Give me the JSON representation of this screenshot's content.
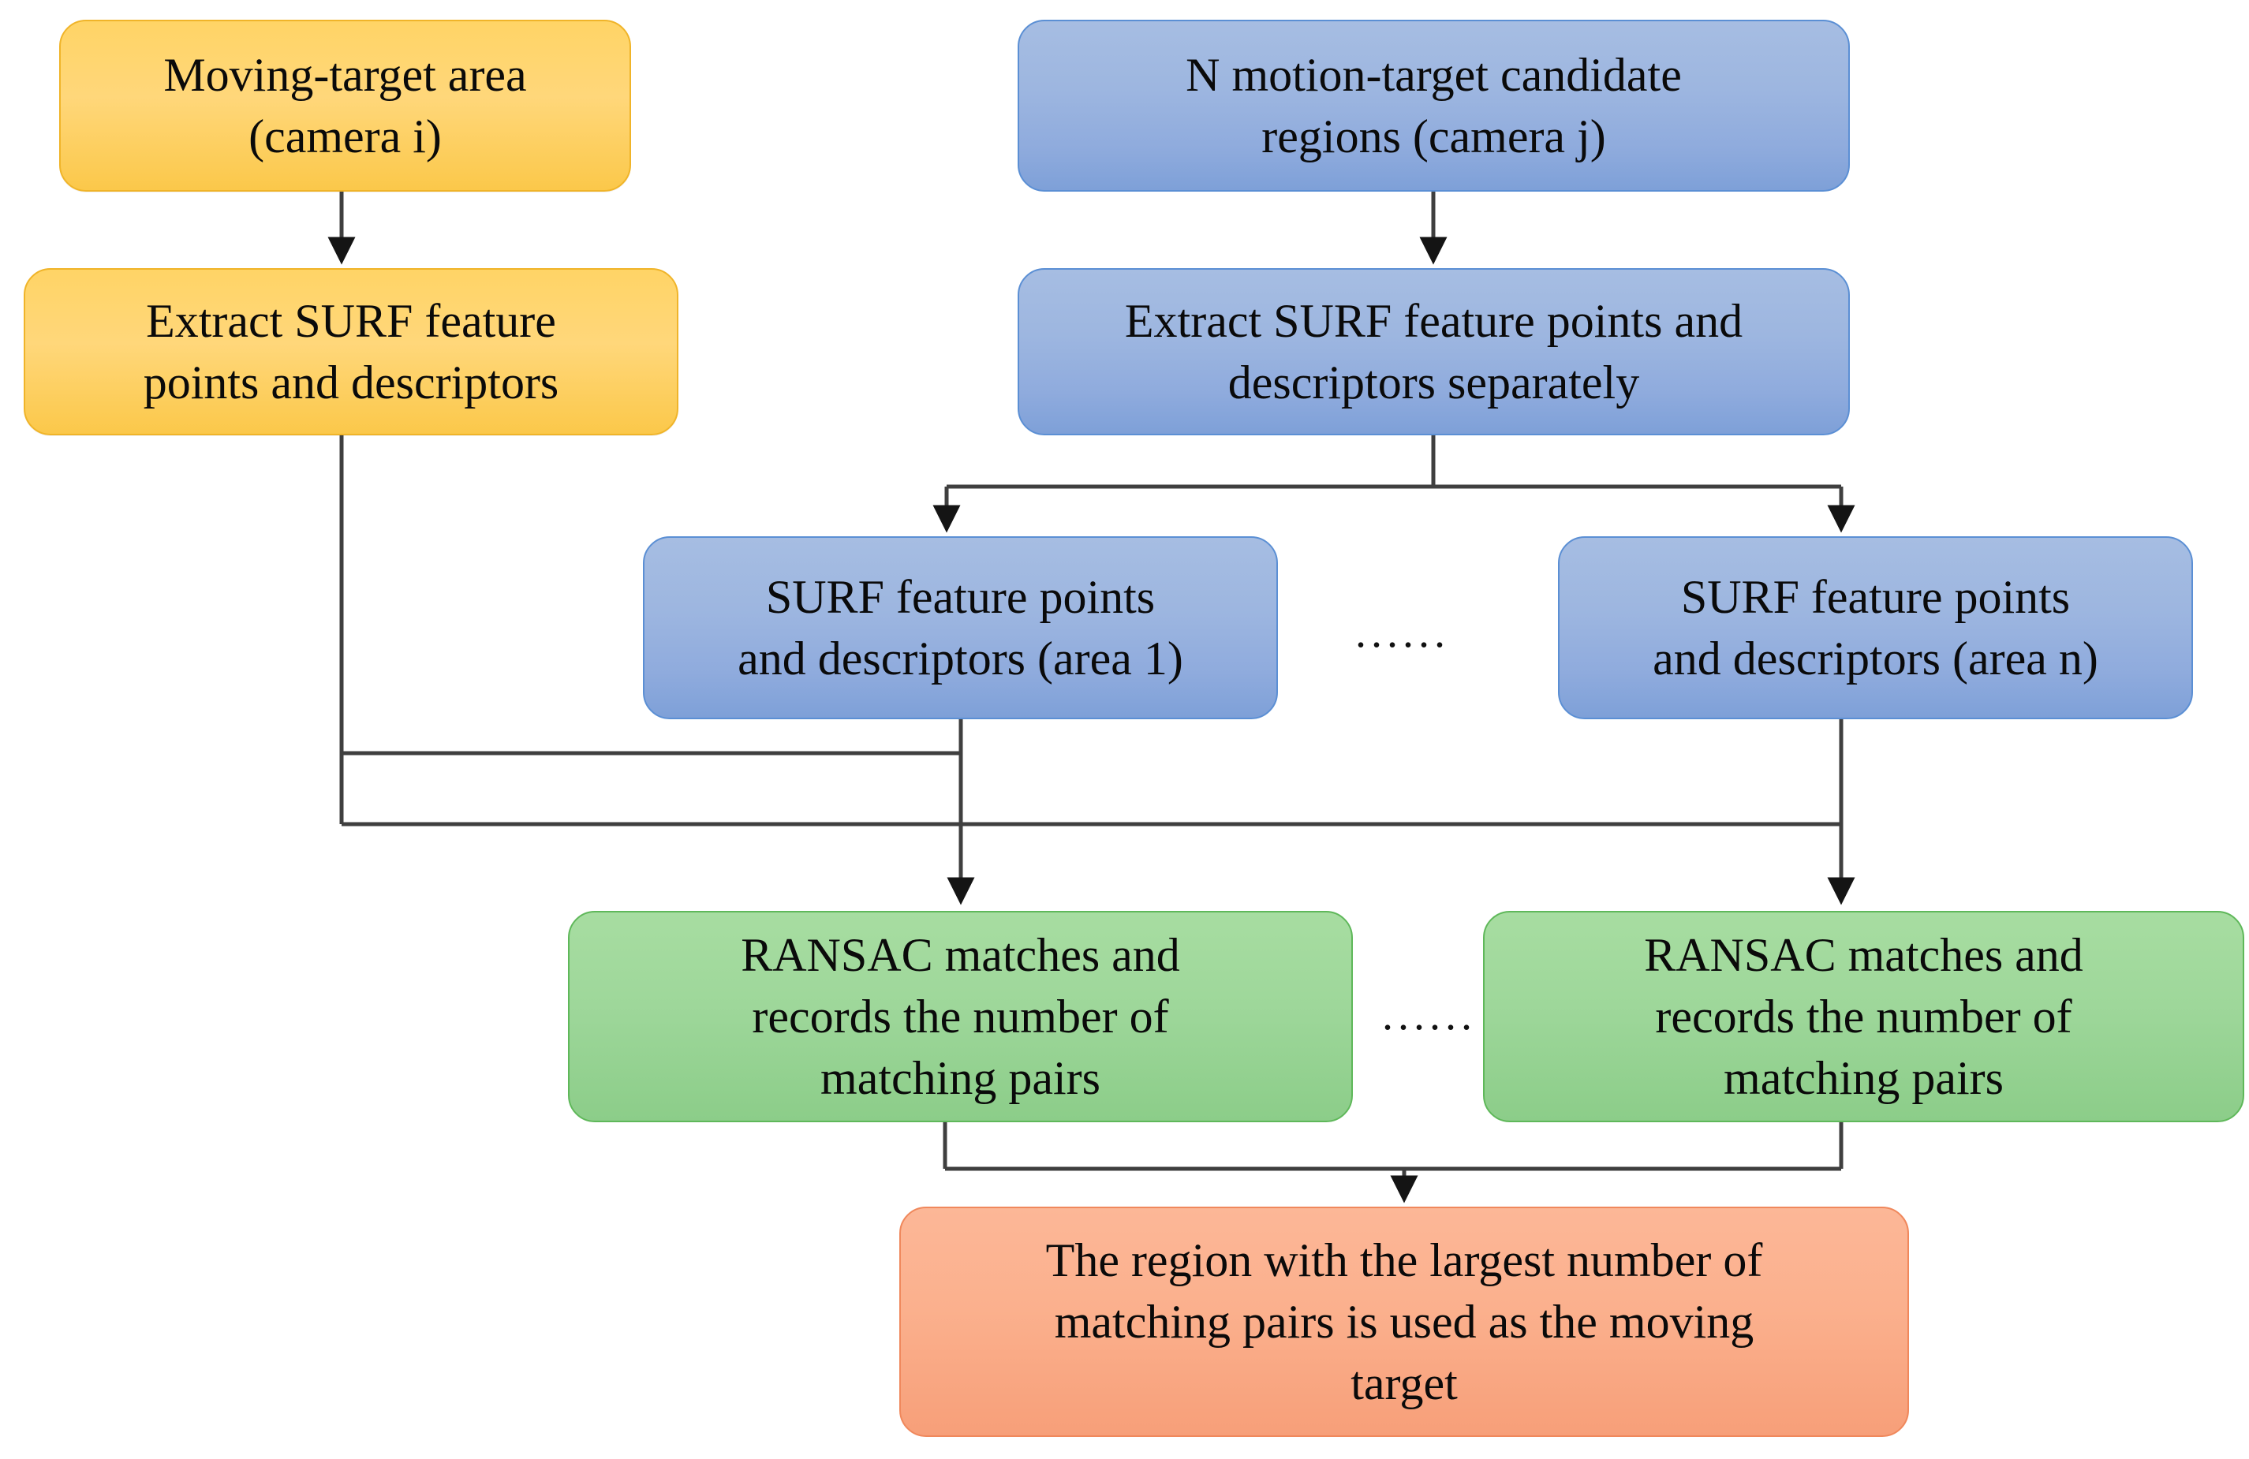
{
  "diagram": {
    "title": "Cross-camera moving-target matching flowchart",
    "background": "#ffffff",
    "colors": {
      "yellow_fill": "#ffd466",
      "yellow_border": "#f0b429",
      "blue_fill": "#9db6e0",
      "blue_border": "#5b8fd4",
      "green_fill": "#9ed79a",
      "green_border": "#5fb85a",
      "orange_fill": "#fbb08d",
      "orange_border": "#f0885c",
      "connector": "#3f3f3f",
      "text": "#0a0a0a"
    }
  },
  "nodes": {
    "moving_target_area": {
      "line1": "Moving-target area",
      "line2": "(camera i)",
      "color": "yellow"
    },
    "extract_surf_left": {
      "line1": "Extract SURF feature",
      "line2": "points and descriptors",
      "color": "yellow"
    },
    "candidate_regions": {
      "line1": "N motion-target candidate",
      "line2": "regions (camera j)",
      "color": "blue"
    },
    "extract_surf_right": {
      "line1": "Extract SURF feature points and",
      "line2": "descriptors separately",
      "color": "blue"
    },
    "surf_area_1": {
      "line1": "SURF feature points",
      "line2": "and descriptors (area 1)",
      "color": "blue"
    },
    "surf_area_n": {
      "line1": "SURF feature points",
      "line2": "and descriptors (area n)",
      "color": "blue"
    },
    "ransac_1": {
      "line1": "RANSAC matches and",
      "line2": "records the number of",
      "line3": "matching pairs",
      "color": "green"
    },
    "ransac_n": {
      "line1": "RANSAC matches and",
      "line2": "records the number of",
      "line3": "matching pairs",
      "color": "green"
    },
    "result": {
      "line1": "The region with the largest number of",
      "line2": "matching pairs is used as the moving",
      "line3": "target",
      "color": "orange"
    }
  },
  "ellipsis": {
    "surf_row": "......",
    "ransac_row": "......"
  }
}
